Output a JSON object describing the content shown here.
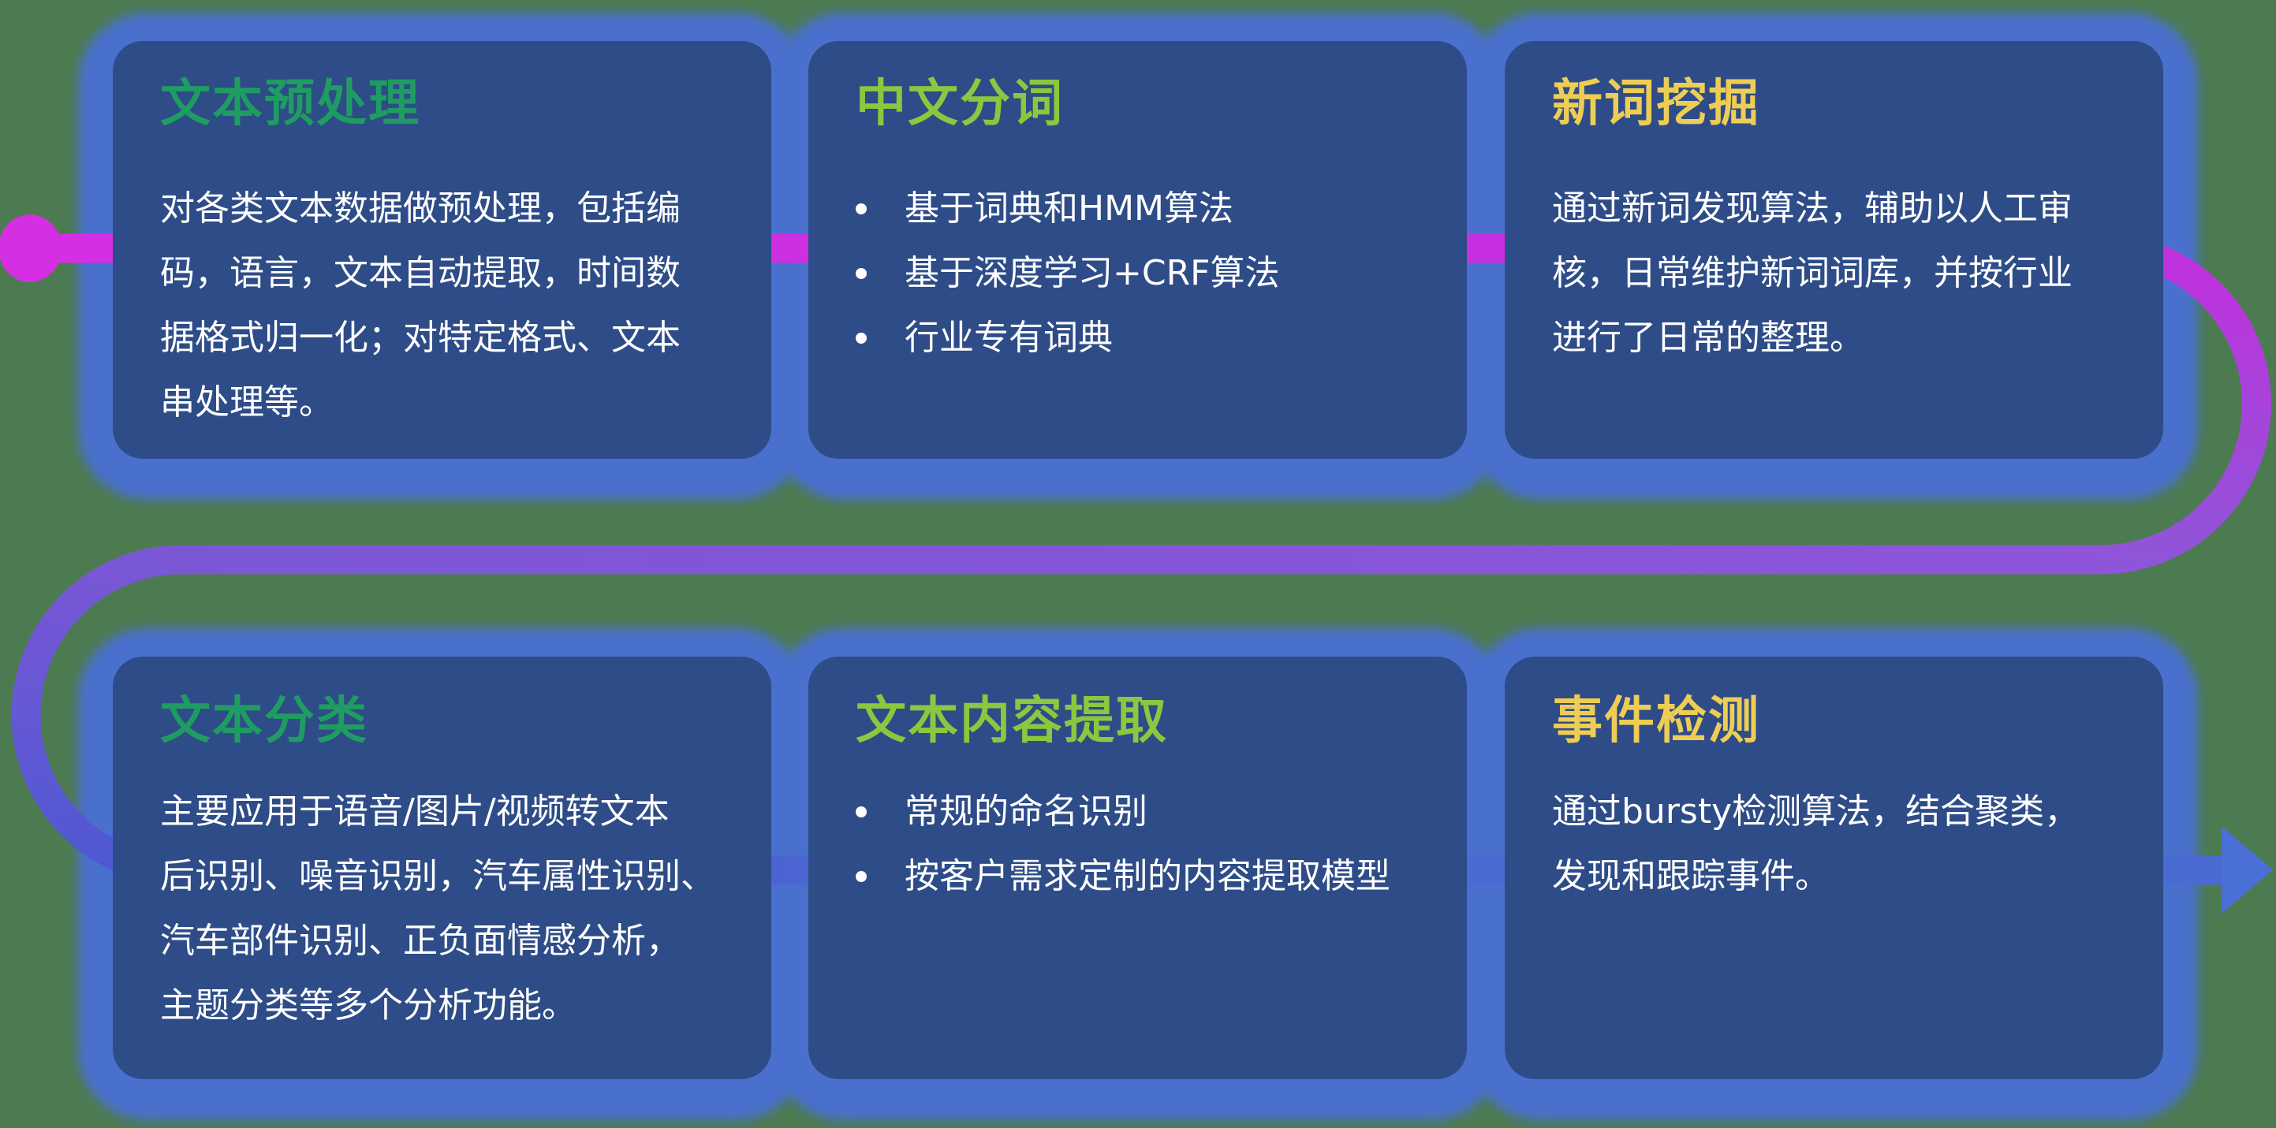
{
  "background_color": "#4d7b51",
  "card_color": "#2e4c87",
  "glow_color": "rgba(74,112,206,1)",
  "text_color": "#ffffff",
  "connector": {
    "dot_color": "#d42fe3",
    "row1_start_color": "#d42fe3",
    "row1_end_color": "#c130de",
    "right_curve_end_color": "#8f55d8",
    "return_end_color": "#7b57d6",
    "left_curve_end_color": "#4e58d2",
    "row2_end_color": "#4a6bd2",
    "arrow_color": "#4a6fd6"
  },
  "cards": [
    {
      "title": "文本预处理",
      "title_color": "#1f9c62",
      "body_lines": [
        "对各类文本数据做预处理，包括编",
        "码，语言，文本自动提取，时间数",
        "据格式归一化；对特定格式、文本",
        "串处理等。"
      ]
    },
    {
      "title": "中文分词",
      "title_color": "#8dc63f",
      "bullets": [
        "基于词典和HMM算法",
        "基于深度学习+CRF算法",
        "行业专有词典"
      ]
    },
    {
      "title": "新词挖掘",
      "title_color": "#eecd55",
      "body_lines": [
        "通过新词发现算法，辅助以人工审",
        "核，日常维护新词词库，并按行业",
        "进行了日常的整理。"
      ]
    },
    {
      "title": "文本分类",
      "title_color": "#1f9c62",
      "body_lines": [
        "主要应用于语音/图片/视频转文本",
        "后识别、噪音识别，汽车属性识别、",
        "汽车部件识别、正负面情感分析，",
        "主题分类等多个分析功能。"
      ]
    },
    {
      "title": "文本内容提取",
      "title_color": "#8dc63f",
      "bullets": [
        "常规的命名识别",
        "按客户需求定制的内容提取模型"
      ]
    },
    {
      "title": "事件检测",
      "title_color": "#eecd55",
      "body_lines": [
        "通过bursty检测算法，结合聚类，",
        "发现和跟踪事件。"
      ]
    }
  ]
}
